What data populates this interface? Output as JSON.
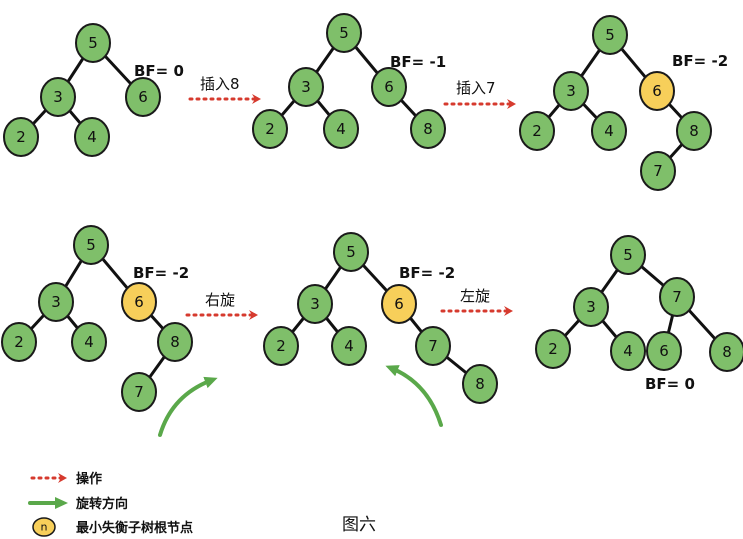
{
  "colors": {
    "normal_node": "#7fbf6a",
    "highlight_node": "#f7cf5a",
    "edge": "#111111",
    "op_arrow": "#d63a2e",
    "rotate_arrow": "#5aa84a"
  },
  "trees": [
    {
      "nodes": [
        {
          "id": "a5",
          "label": "5",
          "hl": false
        },
        {
          "id": "a3",
          "label": "3",
          "hl": false
        },
        {
          "id": "a6",
          "label": "6",
          "hl": false
        },
        {
          "id": "a2",
          "label": "2",
          "hl": false
        },
        {
          "id": "a4",
          "label": "4",
          "hl": false
        }
      ],
      "edges": [
        [
          "a5",
          "a3"
        ],
        [
          "a5",
          "a6"
        ],
        [
          "a3",
          "a2"
        ],
        [
          "a3",
          "a4"
        ]
      ],
      "bf": "BF= 0"
    },
    {
      "nodes": [
        {
          "id": "b5",
          "label": "5",
          "hl": false
        },
        {
          "id": "b3",
          "label": "3",
          "hl": false
        },
        {
          "id": "b6",
          "label": "6",
          "hl": false
        },
        {
          "id": "b2",
          "label": "2",
          "hl": false
        },
        {
          "id": "b4",
          "label": "4",
          "hl": false
        },
        {
          "id": "b8",
          "label": "8",
          "hl": false
        }
      ],
      "edges": [
        [
          "b5",
          "b3"
        ],
        [
          "b5",
          "b6"
        ],
        [
          "b3",
          "b2"
        ],
        [
          "b3",
          "b4"
        ],
        [
          "b6",
          "b8"
        ]
      ],
      "bf": "BF= -1"
    },
    {
      "nodes": [
        {
          "id": "c5",
          "label": "5",
          "hl": false
        },
        {
          "id": "c3",
          "label": "3",
          "hl": false
        },
        {
          "id": "c6",
          "label": "6",
          "hl": true
        },
        {
          "id": "c2",
          "label": "2",
          "hl": false
        },
        {
          "id": "c4",
          "label": "4",
          "hl": false
        },
        {
          "id": "c8",
          "label": "8",
          "hl": false
        },
        {
          "id": "c7",
          "label": "7",
          "hl": false
        }
      ],
      "edges": [
        [
          "c5",
          "c3"
        ],
        [
          "c5",
          "c6"
        ],
        [
          "c3",
          "c2"
        ],
        [
          "c3",
          "c4"
        ],
        [
          "c6",
          "c8"
        ],
        [
          "c8",
          "c7"
        ]
      ],
      "bf": "BF= -2"
    },
    {
      "nodes": [
        {
          "id": "d5",
          "label": "5",
          "hl": false
        },
        {
          "id": "d3",
          "label": "3",
          "hl": false
        },
        {
          "id": "d6",
          "label": "6",
          "hl": true
        },
        {
          "id": "d2",
          "label": "2",
          "hl": false
        },
        {
          "id": "d4",
          "label": "4",
          "hl": false
        },
        {
          "id": "d8",
          "label": "8",
          "hl": false
        },
        {
          "id": "d7",
          "label": "7",
          "hl": false
        }
      ],
      "edges": [
        [
          "d5",
          "d3"
        ],
        [
          "d5",
          "d6"
        ],
        [
          "d3",
          "d2"
        ],
        [
          "d3",
          "d4"
        ],
        [
          "d6",
          "d8"
        ],
        [
          "d8",
          "d7"
        ]
      ],
      "bf": "BF= -2"
    },
    {
      "nodes": [
        {
          "id": "e5",
          "label": "5",
          "hl": false
        },
        {
          "id": "e3",
          "label": "3",
          "hl": false
        },
        {
          "id": "e6",
          "label": "6",
          "hl": true
        },
        {
          "id": "e2",
          "label": "2",
          "hl": false
        },
        {
          "id": "e4",
          "label": "4",
          "hl": false
        },
        {
          "id": "e7",
          "label": "7",
          "hl": false
        },
        {
          "id": "e8",
          "label": "8",
          "hl": false
        }
      ],
      "edges": [
        [
          "e5",
          "e3"
        ],
        [
          "e5",
          "e6"
        ],
        [
          "e3",
          "e2"
        ],
        [
          "e3",
          "e4"
        ],
        [
          "e6",
          "e7"
        ],
        [
          "e7",
          "e8"
        ]
      ],
      "bf": "BF= -2"
    },
    {
      "nodes": [
        {
          "id": "f5",
          "label": "5",
          "hl": false
        },
        {
          "id": "f3",
          "label": "3",
          "hl": false
        },
        {
          "id": "f7",
          "label": "7",
          "hl": false
        },
        {
          "id": "f2",
          "label": "2",
          "hl": false
        },
        {
          "id": "f4",
          "label": "4",
          "hl": false
        },
        {
          "id": "f6",
          "label": "6",
          "hl": false
        },
        {
          "id": "f8",
          "label": "8",
          "hl": false
        }
      ],
      "edges": [
        [
          "f5",
          "f3"
        ],
        [
          "f5",
          "f7"
        ],
        [
          "f3",
          "f2"
        ],
        [
          "f3",
          "f4"
        ],
        [
          "f7",
          "f6"
        ],
        [
          "f7",
          "f8"
        ]
      ],
      "bf": "BF= 0"
    }
  ],
  "operations": [
    "插入8",
    "插入7",
    "右旋",
    "左旋"
  ],
  "legend": {
    "operation": "操作",
    "rotation": "旋转方向",
    "node_symbol": "n",
    "min_unbalanced": "最小失衡子树根节点"
  },
  "caption": "图六"
}
